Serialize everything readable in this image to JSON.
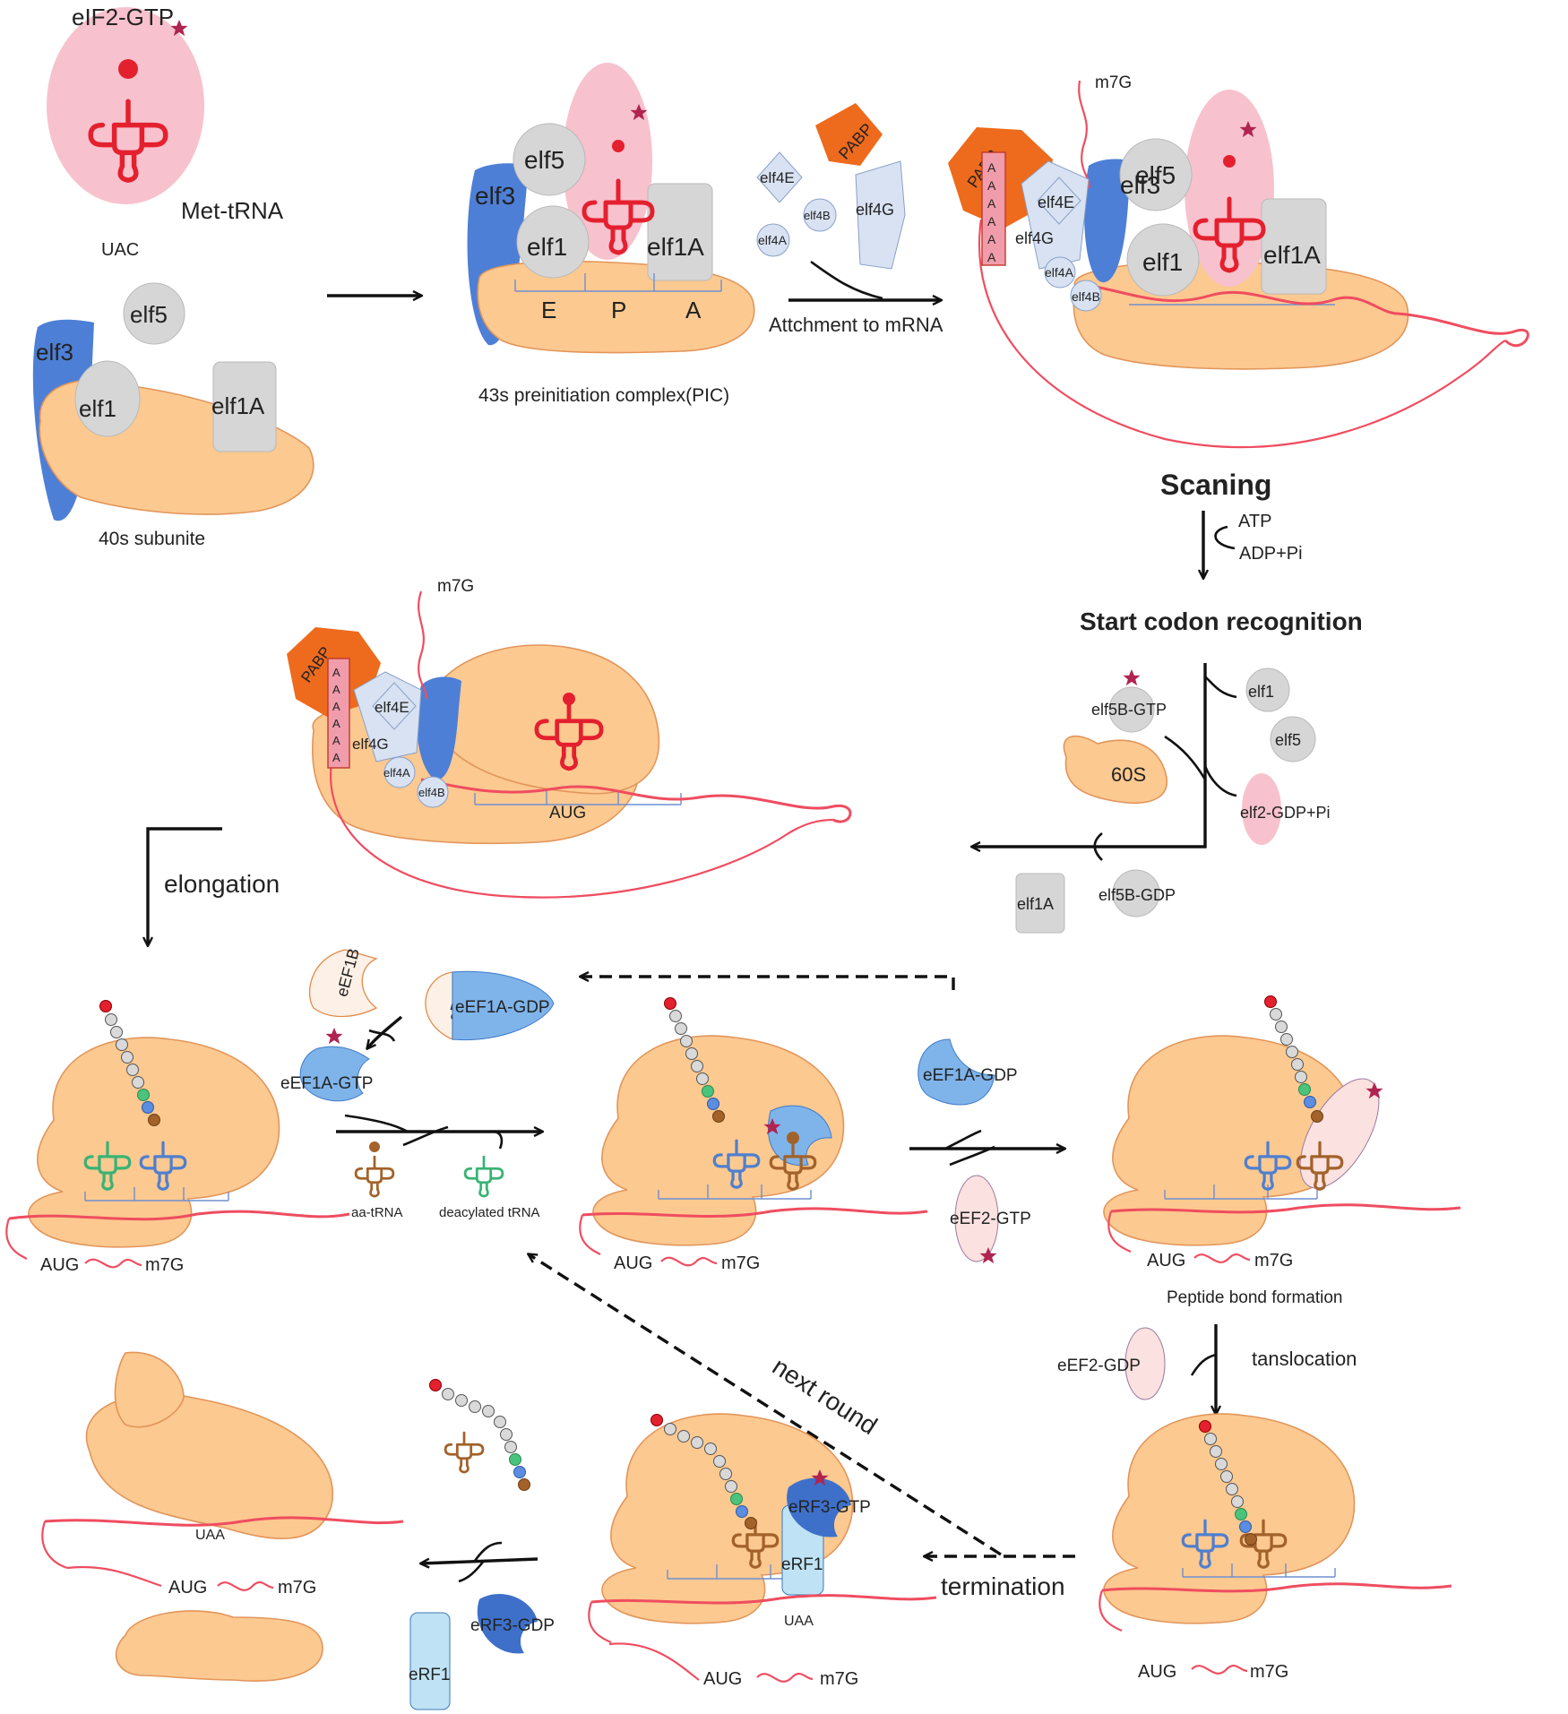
{
  "labels": {
    "eif2_gtp": "eIF2-GTP",
    "met_trna": "Met-tRNA",
    "uac": "UAC",
    "elf5": "elf5",
    "elf3": "elf3",
    "elf1": "elf1",
    "elf1a": "elf1A",
    "subunit_40s": "40s subunite",
    "site_e": "E",
    "site_p": "P",
    "site_a": "A",
    "pic": "43s preinitiation complex(PIC)",
    "pabp": "PABP",
    "elf4e": "elf4E",
    "elf4b": "elf4B",
    "elf4g": "elf4G",
    "elf4a": "elf4A",
    "attachment": "Attchment to mRNA",
    "m7g": "m7G",
    "poly_a": "A",
    "scanning": "Scaning",
    "atp": "ATP",
    "adp_pi": "ADP+Pi",
    "start_codon": "Start codon recognition",
    "elf5b_gtp": "elf5B-GTP",
    "elf2_gdp_pi": "elf2-GDP+Pi",
    "s60": "60S",
    "elf5b_gdp": "elf5B-GDP",
    "aug": "AUG",
    "elongation": "elongation",
    "eef1b": "eEF1B",
    "eef1a_gdp": "eEF1A-GDP",
    "eef1a_gtp": "eEF1A-GTP",
    "aa_trna": "aa-tRNA",
    "deacylated_trna": "deacylated tRNA",
    "eef2_gtp": "eEF2-GTP",
    "peptide_bond": "Peptide bond formation",
    "eef2_gdp": "eEF2-GDP",
    "translocation": "tanslocation",
    "next_round": "next round",
    "termination": "termination",
    "erf3_gtp": "eRF3-GTP",
    "erf1": "eRF1",
    "uaa": "UAA",
    "erf3_gdp": "eRF3-GDP"
  },
  "colors": {
    "ribosome": "#fcc990",
    "ribosome_edge": "#e2955a",
    "elf3": "#4d7fd6",
    "factor_gray": "#d6d6d6",
    "eif2_pink": "#f7c2cd",
    "trna_red": "#e4202f",
    "mrna": "#ef4d60",
    "pabp_orange": "#ee6a1c",
    "elf4_blue": "#d8e2f2",
    "eef1a_blue": "#7fb4ea",
    "erf3_blue": "#3e70c9",
    "erf1_blue": "#bfe3f4",
    "trna_brown": "#a2622a",
    "trna_green": "#39b374",
    "trna_blue": "#4f7fcf",
    "star": "#b02451",
    "arrow": "#111111"
  },
  "icons": {
    "star": "star-icon",
    "trna": "trna-cloverleaf-icon",
    "arrow": "arrow-icon"
  }
}
